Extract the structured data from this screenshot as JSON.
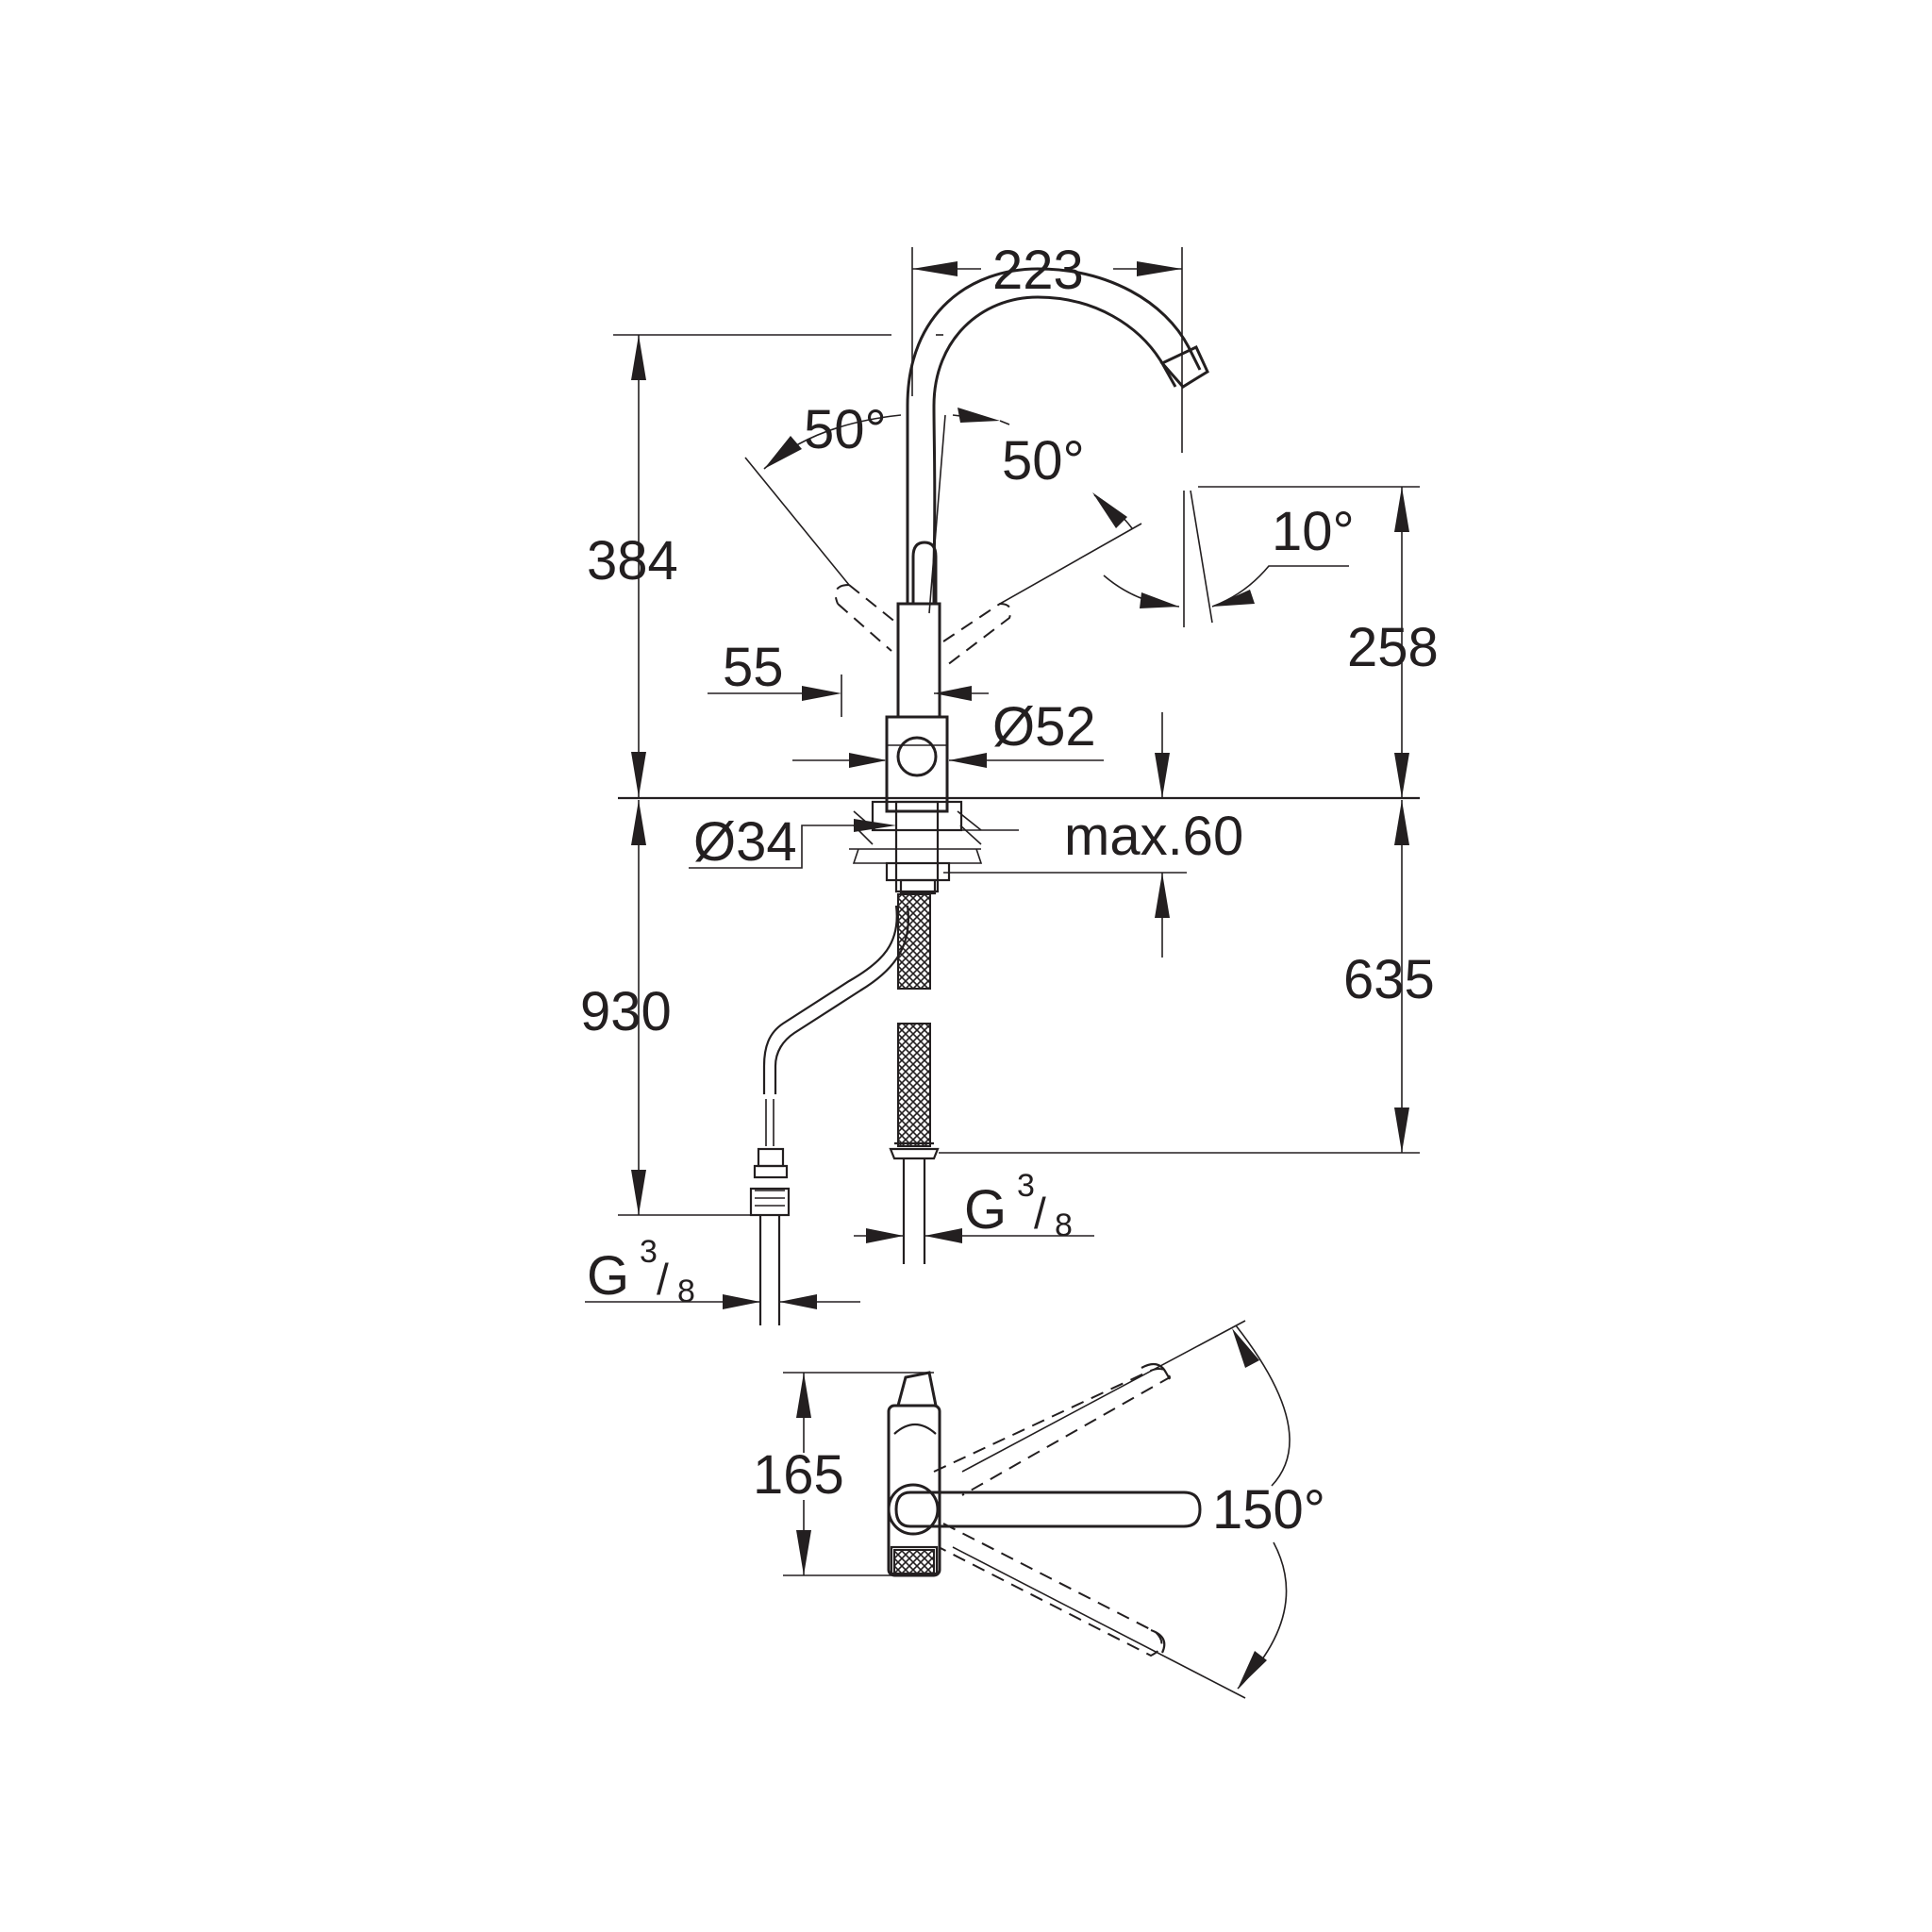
{
  "colors": {
    "line": "#231f20",
    "background": "#ffffff"
  },
  "labels": {
    "spout_reach": "223",
    "swivel_angle_left": "50°",
    "swivel_angle_right": "50°",
    "spout_tilt": "10°",
    "height_above_deck": "384",
    "spout_outlet_height": "258",
    "lever_offset": "55",
    "body_diameter": "Ø52",
    "hole_diameter": "Ø34",
    "max_deck_thickness": "max.60",
    "hose_length_left": "930",
    "hose_length_right": "635",
    "connector_right": {
      "g": "G",
      "num": "3",
      "den": "8"
    },
    "connector_left": {
      "g": "G",
      "num": "3",
      "den": "8"
    },
    "top_view_depth": "165",
    "rotation_angle": "150°"
  }
}
